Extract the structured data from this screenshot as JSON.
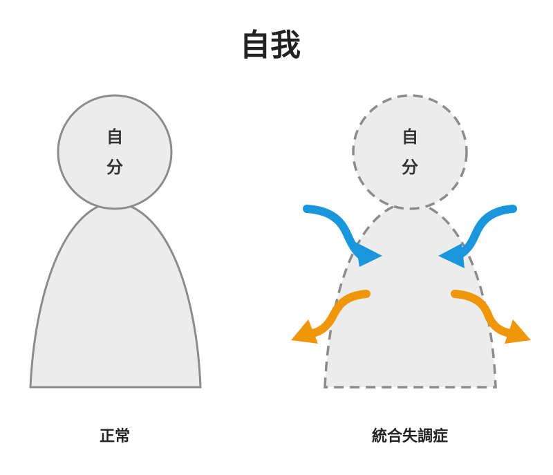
{
  "title": "自我",
  "normal": {
    "head_chars": [
      "自",
      "分"
    ],
    "caption": "正常"
  },
  "schizophrenia": {
    "head_chars": [
      "自",
      "分"
    ],
    "caption": "統合失調症"
  },
  "colors": {
    "figure_fill": "#ececec",
    "figure_stroke": "#8c8c8c",
    "inward_arrow": "#1a96dc",
    "outward_arrow": "#f0960a"
  },
  "icons": {
    "inward": "arrow-inward-icon",
    "outward": "arrow-outward-icon"
  }
}
